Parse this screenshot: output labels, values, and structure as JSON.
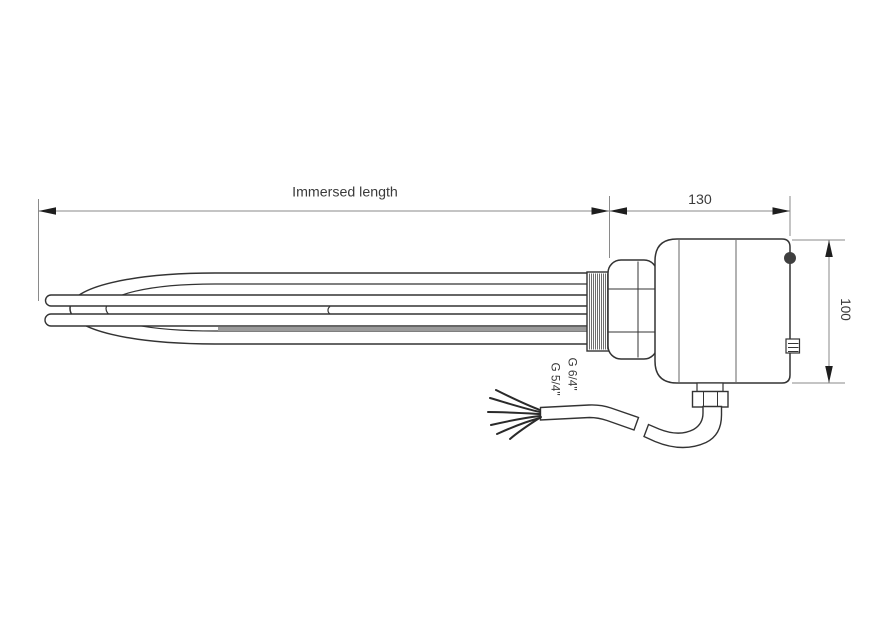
{
  "drawing": {
    "dim_immersed_label": "Immersed length",
    "dim_width_value": "130",
    "dim_height_value": "100",
    "thread_label_1": "G 6/4\"",
    "thread_label_2": "G 5/4\"",
    "colors": {
      "line": "#333333",
      "dim_line": "#8a8a8a",
      "arrow": "#1e1e1e",
      "tube_shade": "#9a9a9a",
      "text": "#3a3a3a",
      "background": "#ffffff"
    }
  }
}
